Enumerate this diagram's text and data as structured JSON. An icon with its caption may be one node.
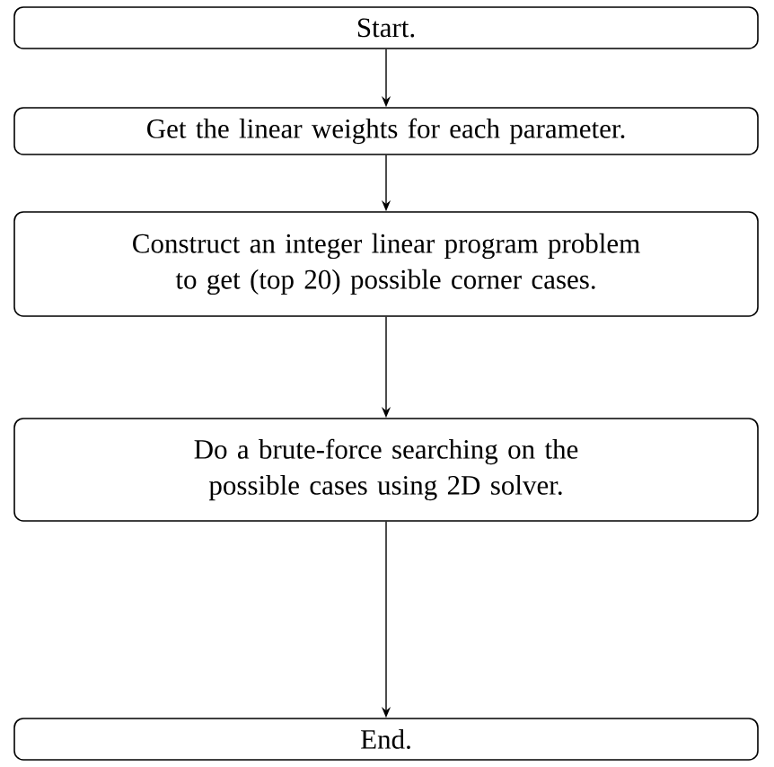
{
  "diagram": {
    "nodes": [
      {
        "text": [
          "Start."
        ]
      },
      {
        "text": [
          "Get the linear weights for each parameter."
        ]
      },
      {
        "text": [
          "Construct an integer linear program problem to get (top 20) possible corner cases."
        ]
      },
      {
        "text": [
          "Do a brute-force searching on the possible cases using 2D solver."
        ]
      },
      {
        "text": [
          "End."
        ]
      }
    ],
    "edges": [
      {
        "from": 0,
        "to": 1,
        "arrow": "to"
      },
      {
        "from": 1,
        "to": 2,
        "arrow": "to"
      },
      {
        "from": 2,
        "to": 3,
        "arrow": "to"
      },
      {
        "from": 3,
        "to": 4,
        "arrow": "to"
      }
    ]
  }
}
